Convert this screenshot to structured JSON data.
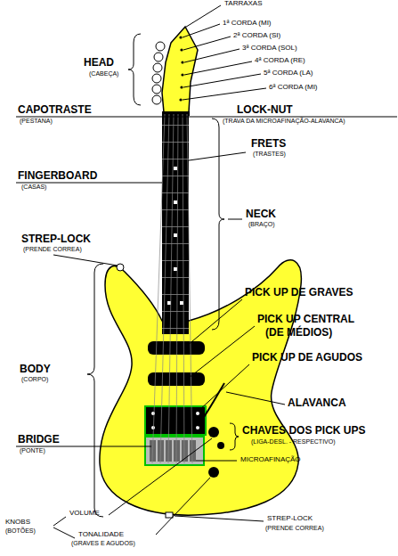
{
  "diagram": {
    "labels": [
      "TARRAXAS",
      "1ª CORDA (MI)",
      "2ª CORDA (SI)",
      "3ª CORDA (SOL)",
      "4ª CORDA (RE)",
      "5ª CORDA (LA)",
      "6ª CORDA (MI)",
      "HEAD",
      "(CABEÇA)",
      "CAPOTRASTE",
      "(PESTANA)",
      "LOCK-NUT",
      "(TRAVA DA MICROAFINAÇÃO-ALAVANCA)",
      "FRETS",
      "(TRASTES)",
      "FINGERBOARD",
      "(CASAS)",
      "NECK",
      "(BRAÇO)",
      "STREP-LOCK",
      "(PRENDE CORREA)",
      "PICK UP DE GRAVES",
      "PICK UP CENTRAL",
      "(DE MÉDIOS)",
      "PICK UP DE AGUDOS",
      "BODY",
      "(CORPO)",
      "ALAVANCA",
      "CHAVES DOS PICK UPS",
      "(LIGA-DESL. - RESPECTIVO)",
      "BRIDGE",
      "(PONTE)",
      "MICROAFINAÇÃO",
      "VOLUME",
      "KNOBS",
      "(BOTÕES)",
      "TONALIDADE",
      "(GRAVES E AGUDOS)",
      "STREP-LOCK",
      "(PRENDE CORREA)"
    ]
  }
}
